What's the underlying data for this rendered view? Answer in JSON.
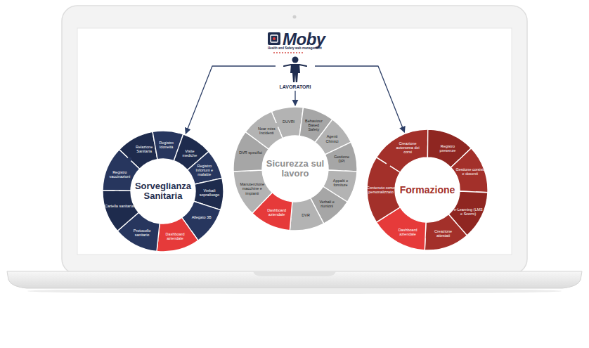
{
  "diagram": {
    "title": "Moby",
    "nodes": [
      {
        "text": [
          "LAVORATORI"
        ]
      },
      {
        "text": [
          "Sorveglianza Sanitaria"
        ]
      },
      {
        "text": [
          "Relazione Sanitaria"
        ],
        "in": 1
      },
      {
        "text": [
          "Registro Idoneità"
        ],
        "in": 1
      },
      {
        "text": [
          "Visite mediche"
        ],
        "in": 1
      },
      {
        "text": [
          "Registro Infortuni e malattie"
        ],
        "in": 1
      },
      {
        "text": [
          "Verbali sopralluogo"
        ],
        "in": 1
      },
      {
        "text": [
          "Allegato 3B"
        ],
        "in": 1
      },
      {
        "text": [
          "Dashboard aziendale"
        ],
        "in": 1
      },
      {
        "text": [
          "Protocollo sanitario"
        ],
        "in": 1
      },
      {
        "text": [
          "Cartella sanitaria"
        ],
        "in": 1
      },
      {
        "text": [
          "Registro vaccinazioni"
        ],
        "in": 1
      },
      {
        "text": [
          "Sicurezza sul lavoro"
        ]
      },
      {
        "text": [
          "DUVRI"
        ],
        "in": 12
      },
      {
        "text": [
          "Behaviour Based Safety"
        ],
        "in": 12
      },
      {
        "text": [
          "Agenti Chimici"
        ],
        "in": 12
      },
      {
        "text": [
          "Gestione DPI"
        ],
        "in": 12
      },
      {
        "text": [
          "Appalti e forniture"
        ],
        "in": 12
      },
      {
        "text": [
          "Verbali e riunioni"
        ],
        "in": 12
      },
      {
        "text": [
          "DVR"
        ],
        "in": 12
      },
      {
        "text": [
          "Dashboard aziendale"
        ],
        "in": 12
      },
      {
        "text": [
          "Manutenzione macchine e impianti"
        ],
        "in": 12
      },
      {
        "text": [
          "DVR specifici"
        ],
        "in": 12
      },
      {
        "text": [
          "Near miss Incidenti"
        ],
        "in": 12
      },
      {
        "text": [
          "Formazione"
        ]
      },
      {
        "text": [
          "Creazione autonoma dei corsi"
        ],
        "in": 24
      },
      {
        "text": [
          "Registro presenze"
        ],
        "in": 24
      },
      {
        "text": [
          "Gestione corsisti e docenti"
        ],
        "in": 24
      },
      {
        "text": [
          "e-Learning (LMS e Scorm)"
        ],
        "in": 24
      },
      {
        "text": [
          "Creazione attestati"
        ],
        "in": 24
      },
      {
        "text": [
          "Dashboard aziendale"
        ],
        "in": 24
      },
      {
        "text": [
          "Contenuto corso personalizzato"
        ],
        "in": 24
      }
    ],
    "edges": [
      {
        "from": 0,
        "to": 1,
        "arrow": "to"
      },
      {
        "from": 0,
        "to": 12,
        "arrow": "to"
      },
      {
        "from": 0,
        "to": 24,
        "arrow": "to"
      }
    ],
    "labels": [
      "Health and Safety web management"
    ]
  }
}
